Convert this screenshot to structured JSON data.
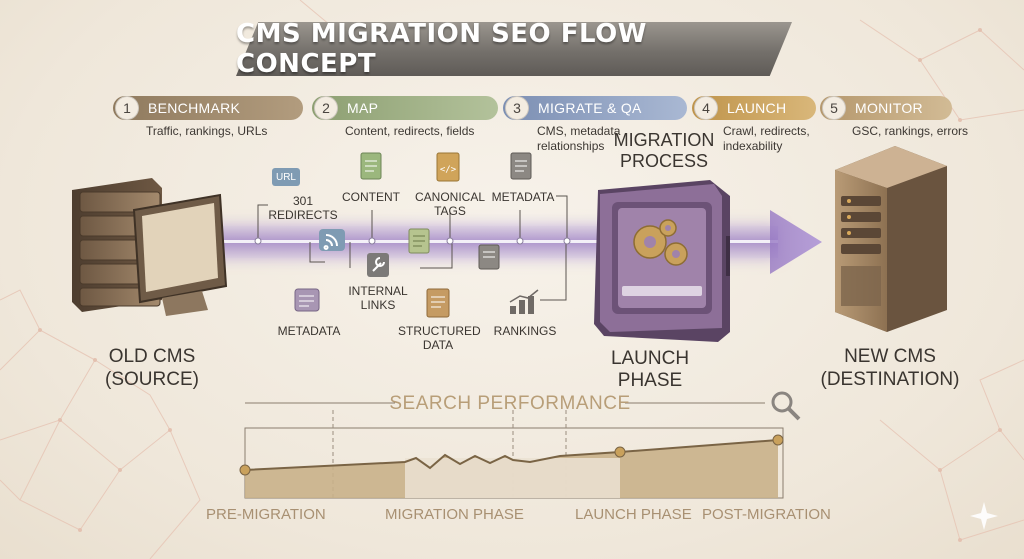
{
  "title": "CMS MIGRATION SEO FLOW CONCEPT",
  "colors": {
    "step1": "#a08a6c",
    "step2": "#9aab7f",
    "step3": "#8d9fc0",
    "step4": "#c9a35f",
    "step5": "#c2a67a",
    "flow": "#9b7cc4",
    "chart_fill": "#c9b18a"
  },
  "steps": [
    {
      "num": "1",
      "label": "BENCHMARK",
      "desc": "Traffic, rankings, URLs"
    },
    {
      "num": "2",
      "label": "MAP",
      "desc": "Content, redirects, fields"
    },
    {
      "num": "3",
      "label": "MIGRATE & QA",
      "desc": "CMS, metadata\nrelationships"
    },
    {
      "num": "4",
      "label": "LAUNCH",
      "desc": "Crawl, redirects,\nindexability"
    },
    {
      "num": "5",
      "label": "MONITOR",
      "desc": "GSC, rankings, errors"
    }
  ],
  "source": {
    "line1": "OLD CMS",
    "line2": "(SOURCE)"
  },
  "destination": {
    "line1": "NEW CMS",
    "line2": "(DESTINATION)"
  },
  "process": {
    "title_line1": "MIGRATION",
    "title_line2": "PROCESS",
    "caption_line1": "LAUNCH",
    "caption_line2": "PHASE"
  },
  "flow_items": {
    "url_badge": "URL",
    "redirects_line1": "301",
    "redirects_line2": "REDIRECTS",
    "content": "CONTENT",
    "canonical_line1": "CANONICAL",
    "canonical_line2": "TAGS",
    "metadata_top": "METADATA",
    "internal_links_line1": "INTERNAL",
    "internal_links_line2": "LINKS",
    "metadata_bottom": "METADATA",
    "structured_line1": "STRUCTURED",
    "structured_line2": "DATA",
    "rankings": "RANKINGS"
  },
  "performance": {
    "title": "SEARCH PERFORMANCE",
    "phases": [
      "PRE-MIGRATION",
      "MIGRATION PHASE",
      "LAUNCH PHASE",
      "POST-MIGRATION"
    ],
    "search_icon": "magnifier-icon"
  }
}
